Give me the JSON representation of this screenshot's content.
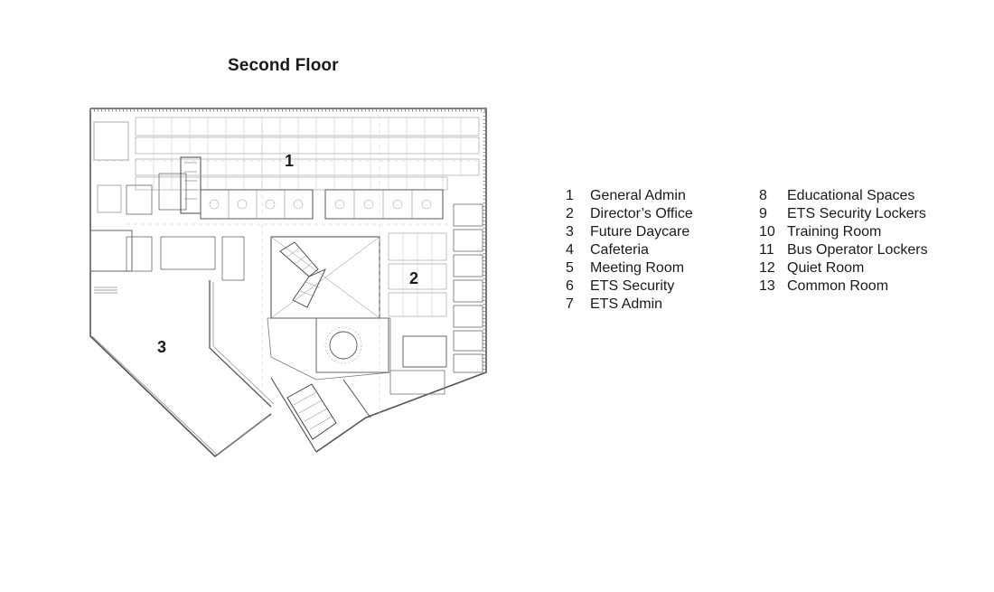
{
  "title": "Second Floor",
  "plan_labels": [
    "1",
    "2",
    "3"
  ],
  "legend": [
    {
      "num": "1",
      "label": "General Admin"
    },
    {
      "num": "2",
      "label": "Director’s Office"
    },
    {
      "num": "3",
      "label": "Future Daycare"
    },
    {
      "num": "4",
      "label": "Cafeteria"
    },
    {
      "num": "5",
      "label": "Meeting Room"
    },
    {
      "num": "6",
      "label": "ETS Security"
    },
    {
      "num": "7",
      "label": "ETS Admin"
    },
    {
      "num": "8",
      "label": "Educational Spaces"
    },
    {
      "num": "9",
      "label": "ETS Security Lockers"
    },
    {
      "num": "10",
      "label": "Training Room"
    },
    {
      "num": "11",
      "label": "Bus Operator Lockers"
    },
    {
      "num": "12",
      "label": "Quiet Room"
    },
    {
      "num": "13",
      "label": "Common Room"
    }
  ]
}
